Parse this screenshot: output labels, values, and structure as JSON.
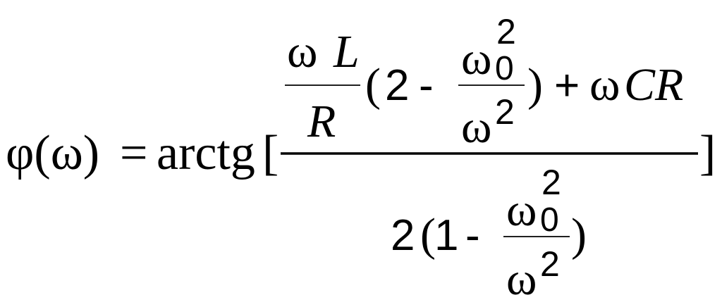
{
  "formula": {
    "lhs": "φ(ω)",
    "equals": "=",
    "func": "arctg",
    "open_bracket": "[",
    "close_bracket": "]",
    "numerator": {
      "fraction1": {
        "num": "ωL",
        "den": "R"
      },
      "paren_open": "(",
      "two": "2",
      "minus": "-",
      "fraction2": {
        "num_base": "ω",
        "num_sup": "2",
        "num_sub": "0",
        "den_base": "ω",
        "den_sup": "2"
      },
      "paren_close": ")",
      "plus": "+",
      "tail_omega": "ω",
      "tail_CR": "CR"
    },
    "denominator": {
      "two": "2",
      "paren_open": "(",
      "one": "1",
      "minus": "-",
      "fraction3": {
        "num_base": "ω",
        "num_sup": "2",
        "num_sub": "0",
        "den_base": "ω",
        "den_sup": "2"
      },
      "paren_close": ")"
    }
  }
}
